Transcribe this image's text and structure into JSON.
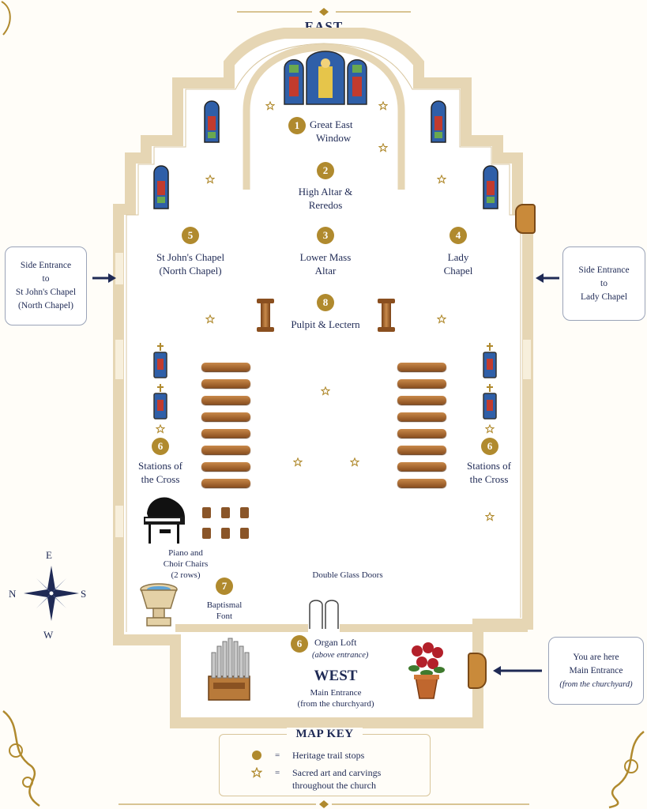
{
  "compass": {
    "n": "N",
    "e": "E",
    "s": "S",
    "w": "W"
  },
  "directions": {
    "east": "EAST",
    "west": "WEST"
  },
  "stops": [
    {
      "num": "1",
      "label": "Great East Window"
    },
    {
      "num": "2",
      "label": "High Altar & Reredos"
    },
    {
      "num": "3",
      "label": "Lower Mass Altar"
    },
    {
      "num": "4",
      "label": "Lady Chapel"
    },
    {
      "num": "5",
      "label": "St John's Chapel (North Chapel)"
    },
    {
      "num": "8",
      "label": "Pulpit & Lectern"
    },
    {
      "num": "6",
      "label": "Stations of the Cross"
    },
    {
      "num": "6",
      "label": "Stations of the Cross"
    },
    {
      "num": "7",
      "label": "Baptismal Font"
    },
    {
      "num": "6",
      "label": "Organ Loft"
    }
  ],
  "labels": {
    "great_east_1": "Great East",
    "great_east_2": "Window",
    "high_altar_1": "High Altar &",
    "high_altar_2": "Reredos",
    "lower_mass_1": "Lower Mass",
    "lower_mass_2": "Altar",
    "lady_1": "Lady",
    "lady_2": "Chapel",
    "stjohn_1": "St John's Chapel",
    "stjohn_2": "(North Chapel)",
    "pulpit": "Pulpit & Lectern",
    "stations_1": "Stations of",
    "stations_2": "the Cross",
    "piano_1": "Piano and",
    "piano_2": "Choir Chairs",
    "piano_3": "(2 rows)",
    "font_1": "Baptismal",
    "font_2": "Font",
    "doors": "Double Glass Doors",
    "organ_1": "Organ Loft",
    "organ_2": "(above entrance)",
    "main_1": "Main Entrance",
    "main_2": "(from the churchyard)"
  },
  "callouts": {
    "left": [
      "Side Entrance",
      "to",
      "St John's Chapel",
      "(North Chapel)"
    ],
    "right": [
      "Side Entrance",
      "to",
      "Lady Chapel"
    ],
    "here": [
      "You are here",
      "Main Entrance",
      "(from the churchyard)"
    ]
  },
  "key": {
    "title": "MAP KEY",
    "eq": "=",
    "dot_label": "Heritage trail stops",
    "star_label_1": "Sacred art and carvings",
    "star_label_2": "throughout the church"
  },
  "colors": {
    "navy": "#1f2a55",
    "gold": "#b08a2e",
    "wall": "#efe4cc",
    "wood": "#9a5a25"
  }
}
